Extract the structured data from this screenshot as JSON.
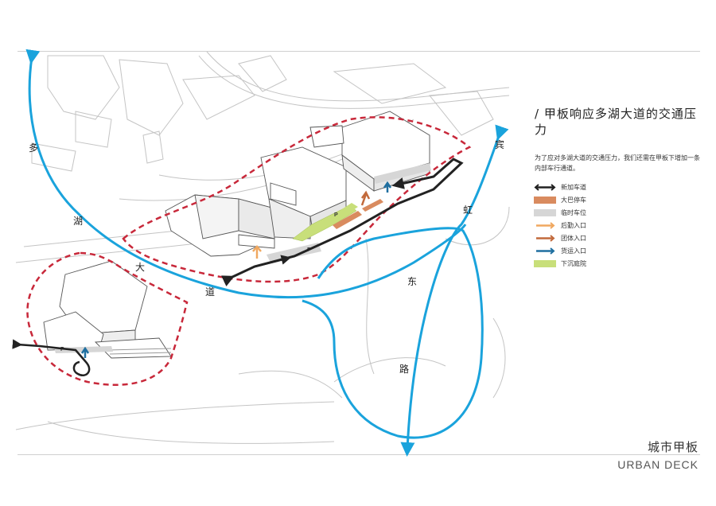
{
  "panel": {
    "title": "/ 甲板响应多湖大道的交通压力",
    "description": "为了应对多湖大道的交通压力，我们还需在甲板下增加一条内部车行通道。"
  },
  "legend": [
    {
      "label": "新加车道",
      "kind": "double-arrow",
      "color": "#222222"
    },
    {
      "label": "大巴停车",
      "kind": "swatch",
      "color": "#d98b5f"
    },
    {
      "label": "临时车位",
      "kind": "swatch",
      "color": "#d6d6d6"
    },
    {
      "label": "后勤入口",
      "kind": "arrow",
      "color": "#f0a860"
    },
    {
      "label": "团体入口",
      "kind": "arrow",
      "color": "#c26a3c"
    },
    {
      "label": "货运入口",
      "kind": "arrow",
      "color": "#1f6fa0"
    },
    {
      "label": "下沉庭院",
      "kind": "swatch",
      "color": "#c8df7a"
    }
  ],
  "map_labels": {
    "road_west": [
      "多",
      "湖",
      "大",
      "道"
    ],
    "road_east": [
      "宾",
      "虹",
      "东",
      "路"
    ],
    "parking": "P"
  },
  "footer": {
    "title_cn": "城市甲板",
    "title_en": "URBAN DECK"
  },
  "colors": {
    "road_blue": "#1aa3dc",
    "boundary_red": "#c8283a",
    "lane_black": "#222222",
    "building_line": "#bdbdbd"
  }
}
